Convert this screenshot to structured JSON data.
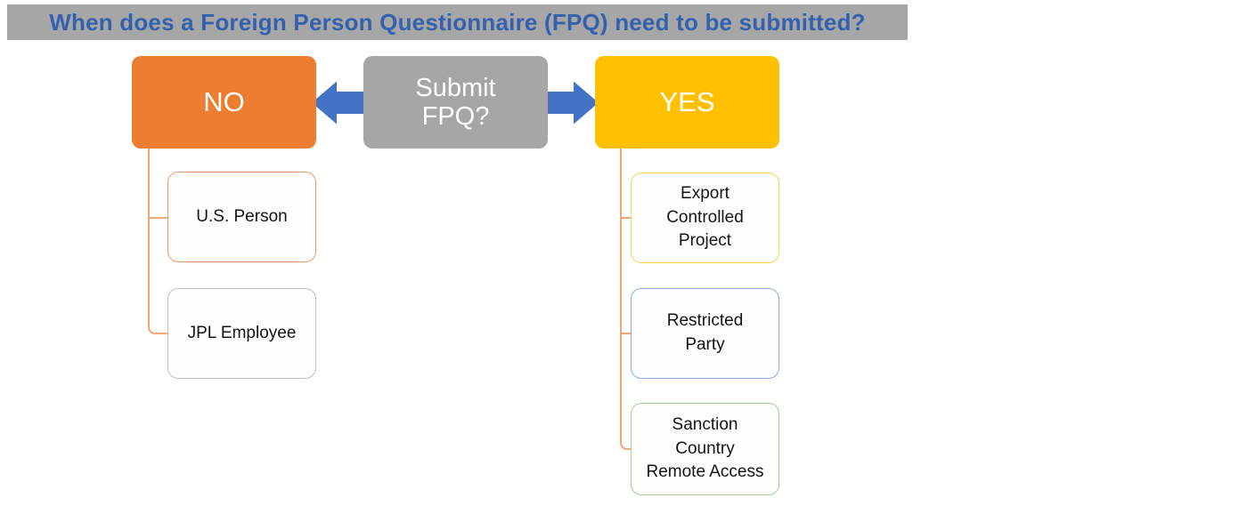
{
  "title": {
    "text": "When does a Foreign Person Questionnaire (FPQ) need to be submitted?"
  },
  "diagram": {
    "root": {
      "label": "Submit\nFPQ?"
    },
    "branches": [
      {
        "label": "NO",
        "children": [
          {
            "label": "U.S. Person"
          },
          {
            "label": "JPL Employee"
          }
        ]
      },
      {
        "label": "YES",
        "children": [
          {
            "label": "Export\nControlled\nProject"
          },
          {
            "label": "Restricted\nParty"
          },
          {
            "label": "Sanction\nCountry\nRemote Access"
          }
        ]
      }
    ]
  },
  "colors": {
    "title_bar_background": "#a6a6a6",
    "title_text": "#3461ae",
    "no_node_fill": "#ed7d31",
    "root_node_fill": "#a6a6a6",
    "yes_node_fill": "#ffc000",
    "arrow_fill": "#4472c4",
    "connector_line": "#f19c66",
    "child_node_background": "#fdfdfd",
    "child_node_text": "#141414",
    "us_person_border": "#f19c66",
    "jpl_employee_border": "#bfbfbf",
    "export_controlled_border": "#ffd24f",
    "restricted_party_border": "#8faedd",
    "sanction_country_border": "#a5ce8d"
  }
}
